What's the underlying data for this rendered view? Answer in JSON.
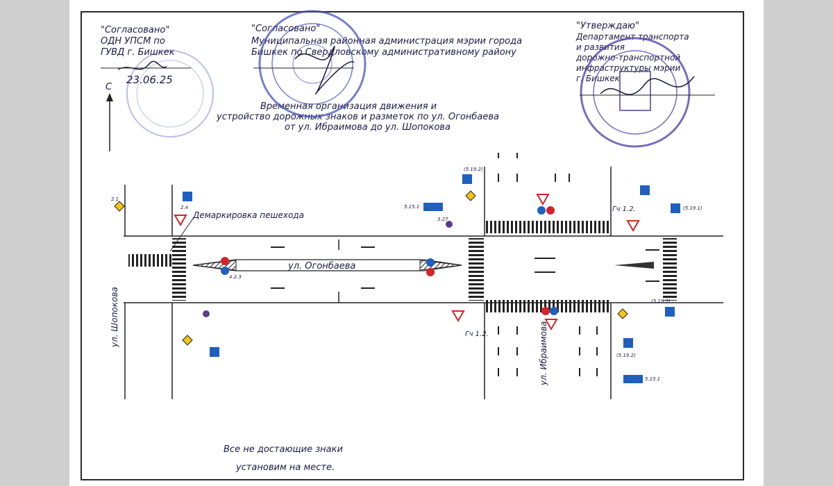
{
  "approvals": {
    "left": {
      "heading": "\"Согласовано\"",
      "line1": "ОДН УПСМ по",
      "line2": "ГУВД г. Бишкек",
      "date": "23.06.25"
    },
    "middle": {
      "heading": "\"Согласовано\"",
      "line1": "Муниципальная районная администрация мэрии города",
      "line2": "Бишкек по Свердловскому административному району"
    },
    "right": {
      "heading": "\"Утверждаю\"",
      "line1": "Департамент транспорта",
      "line2": "и развития",
      "line3": "дорожно-транспортной",
      "line4": "инфраструктуры мэрии",
      "line5": "г. Бишкек"
    }
  },
  "title": {
    "line1": "Временная организация движения и",
    "line2": "устройство дорожных знаков и разметок по ул. Огонбаева",
    "line3": "от ул. Ибраимова до ул. Шопокова"
  },
  "north_label": "С",
  "streets": {
    "main": "ул. Огонбаева",
    "left": "ул. Шопокова",
    "right": "ул. Ибраимова"
  },
  "annotations": {
    "crosswalk_removal": "Демаркировка пешехода",
    "sign_5_19_2": "(5.19.2)",
    "sign_5_19_1": "(5.19.1)",
    "mark_1_2_a": "Гч 1.2.",
    "mark_1_2_b": "Гч 1.2.",
    "sign_5_15_1_a": "5.15.1",
    "sign_5_15_1_b": "5.15.1",
    "sign_2_4": "2.4",
    "sign_2_1": "2.1",
    "sign_4_2_3": "4.2.3",
    "sign_3_27": "3.27"
  },
  "footer_note": {
    "line1": "Все не достающие знаки",
    "line2": "установим на месте."
  },
  "colors": {
    "ink": "#1a1a44",
    "stamp": "#3b49b8",
    "sign_blue": "#1f5fbf",
    "sign_yellow": "#f3c514",
    "sign_red": "#d4232a"
  }
}
